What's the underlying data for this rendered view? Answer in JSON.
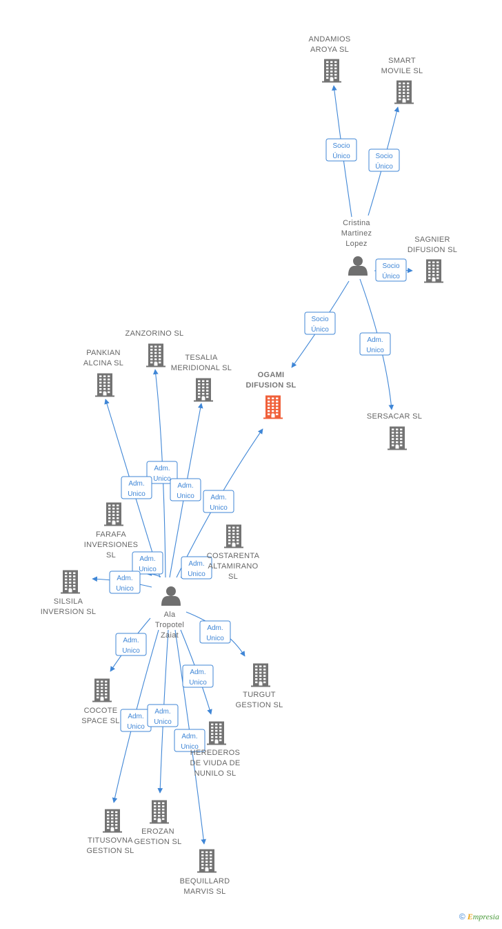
{
  "nodes": [
    {
      "id": "andamios",
      "type": "company",
      "label": [
        "ANDAMIOS",
        "AROYA SL"
      ]
    },
    {
      "id": "smart",
      "type": "company",
      "label": [
        "SMART",
        "MOVILE SL"
      ]
    },
    {
      "id": "cristina",
      "type": "person",
      "label": [
        "Cristina",
        "Martinez",
        "Lopez"
      ]
    },
    {
      "id": "sagnier",
      "type": "company",
      "label": [
        "SAGNIER",
        "DIFUSION SL"
      ]
    },
    {
      "id": "ogami",
      "type": "company",
      "main": true,
      "label": [
        "OGAMI",
        "DIFUSION SL"
      ]
    },
    {
      "id": "sersacar",
      "type": "company",
      "label": [
        "SERSACAR SL"
      ]
    },
    {
      "id": "zanzorino",
      "type": "company",
      "label": [
        "ZANZORINO SL"
      ]
    },
    {
      "id": "pankian",
      "type": "company",
      "label": [
        "PANKIAN",
        "ALCINA SL"
      ]
    },
    {
      "id": "tesalia",
      "type": "company",
      "label": [
        "TESALIA",
        "MERIDIONAL SL"
      ]
    },
    {
      "id": "farafa",
      "type": "company",
      "label": [
        "FARAFA",
        "INVERSIONES",
        "SL"
      ]
    },
    {
      "id": "costarenta",
      "type": "company",
      "label": [
        "COSTARENTA",
        "ALTAMIRANO",
        "SL"
      ]
    },
    {
      "id": "silsila",
      "type": "company",
      "label": [
        "SILSILA",
        "INVERSION SL"
      ]
    },
    {
      "id": "ala",
      "type": "person",
      "label": [
        "Ala",
        "Tropotel",
        "Zaiat"
      ]
    },
    {
      "id": "turgut",
      "type": "company",
      "label": [
        "TURGUT",
        "GESTION SL"
      ]
    },
    {
      "id": "cocote",
      "type": "company",
      "label": [
        "COCOTE",
        "SPACE SL"
      ]
    },
    {
      "id": "herederos",
      "type": "company",
      "label": [
        "HEREDEROS",
        "DE VIUDA DE",
        "NUNILO SL"
      ]
    },
    {
      "id": "titusovna",
      "type": "company",
      "label": [
        "TITUSOVNA",
        "GESTION SL"
      ]
    },
    {
      "id": "erozan",
      "type": "company",
      "label": [
        "EROZAN",
        "GESTION SL"
      ]
    },
    {
      "id": "bequillard",
      "type": "company",
      "label": [
        "BEQUILLARD",
        "MARVIS SL"
      ]
    }
  ],
  "edges": [
    {
      "from": "cristina",
      "to": "andamios",
      "label": [
        "Socio",
        "Único"
      ]
    },
    {
      "from": "cristina",
      "to": "smart",
      "label": [
        "Socio",
        "Único"
      ]
    },
    {
      "from": "cristina",
      "to": "sagnier",
      "label": [
        "Socio",
        "Único"
      ]
    },
    {
      "from": "cristina",
      "to": "ogami",
      "label": [
        "Socio",
        "Único"
      ]
    },
    {
      "from": "cristina",
      "to": "sersacar",
      "label": [
        "Adm.",
        "Unico"
      ]
    },
    {
      "from": "ala",
      "to": "ogami",
      "label": [
        "Adm.",
        "Unico"
      ]
    },
    {
      "from": "ala",
      "to": "zanzorino",
      "label": [
        "Adm.",
        "Unico"
      ]
    },
    {
      "from": "ala",
      "to": "pankian",
      "label": [
        "Adm.",
        "Unico"
      ]
    },
    {
      "from": "ala",
      "to": "tesalia",
      "label": [
        "Adm.",
        "Unico"
      ]
    },
    {
      "from": "ala",
      "to": "farafa",
      "label": [
        "Adm.",
        "Unico"
      ]
    },
    {
      "from": "ala",
      "to": "costarenta",
      "label": [
        "Adm.",
        "Unico"
      ]
    },
    {
      "from": "ala",
      "to": "silsila",
      "label": [
        "Adm.",
        "Unico"
      ]
    },
    {
      "from": "ala",
      "to": "turgut",
      "label": [
        "Adm.",
        "Unico"
      ]
    },
    {
      "from": "ala",
      "to": "cocote",
      "label": [
        "Adm.",
        "Unico"
      ]
    },
    {
      "from": "ala",
      "to": "herederos",
      "label": [
        "Adm.",
        "Unico"
      ]
    },
    {
      "from": "ala",
      "to": "titusovna",
      "label": [
        "Adm.",
        "Unico"
      ]
    },
    {
      "from": "ala",
      "to": "erozan",
      "label": [
        "Adm.",
        "Unico"
      ]
    },
    {
      "from": "ala",
      "to": "bequillard",
      "label": [
        "Adm.",
        "Unico"
      ]
    }
  ],
  "colors": {
    "edge": "#3f86d6",
    "company": "#737373",
    "main_company": "#f0603a",
    "person": "#6f6f6f"
  },
  "footer": {
    "copyright": "©",
    "brand_initial": "E",
    "brand_rest": "mpresia"
  }
}
